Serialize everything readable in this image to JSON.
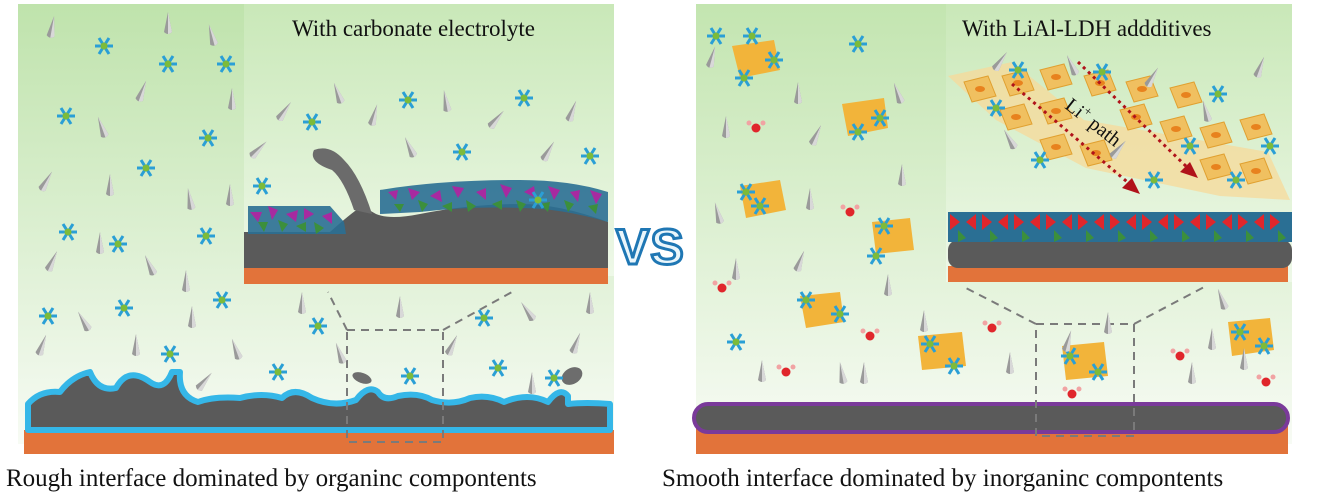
{
  "left_panel": {
    "inset_title": "With carbonate electrolyte",
    "caption": "Rough interface dominated by organinc compontents"
  },
  "right_panel": {
    "inset_title": "With LiAl-LDH addditives",
    "caption": "Smooth interface dominated by inorganinc compontents",
    "path_label": "Li",
    "path_label_sup": "+",
    "path_label_suffix": " path"
  },
  "vs_label": "VS",
  "colors": {
    "background_green": "#c9e8b8",
    "copper": "#e2733a",
    "lithium_grey": "#5a5a5a",
    "sei_organic_outline": "#35b7e8",
    "sei_inorganic_outline": "#7a3a9a",
    "salt_blue": "#2a9fd6",
    "salt_green": "#7dbb3a",
    "ldh_yellow": "#f2b43a",
    "water_red": "#e0262b",
    "vs_outline": "#1f77b4"
  }
}
